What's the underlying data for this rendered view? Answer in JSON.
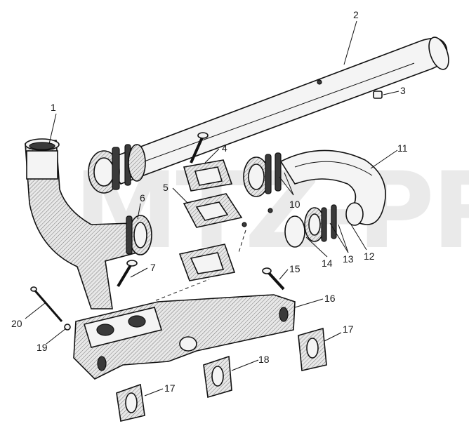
{
  "watermark": "MTZ-PRO",
  "callouts": [
    {
      "id": "1",
      "label": "1"
    },
    {
      "id": "2",
      "label": "2"
    },
    {
      "id": "3",
      "label": "3"
    },
    {
      "id": "4",
      "label": "4"
    },
    {
      "id": "5",
      "label": "5"
    },
    {
      "id": "6",
      "label": "6"
    },
    {
      "id": "7",
      "label": "7"
    },
    {
      "id": "10",
      "label": "10"
    },
    {
      "id": "11",
      "label": "11"
    },
    {
      "id": "12",
      "label": "12"
    },
    {
      "id": "13",
      "label": "13"
    },
    {
      "id": "14",
      "label": "14"
    },
    {
      "id": "15",
      "label": "15"
    },
    {
      "id": "16",
      "label": "16"
    },
    {
      "id": "17a",
      "label": "17"
    },
    {
      "id": "17b",
      "label": "17"
    },
    {
      "id": "18",
      "label": "18"
    },
    {
      "id": "19",
      "label": "19"
    },
    {
      "id": "20",
      "label": "20"
    }
  ]
}
